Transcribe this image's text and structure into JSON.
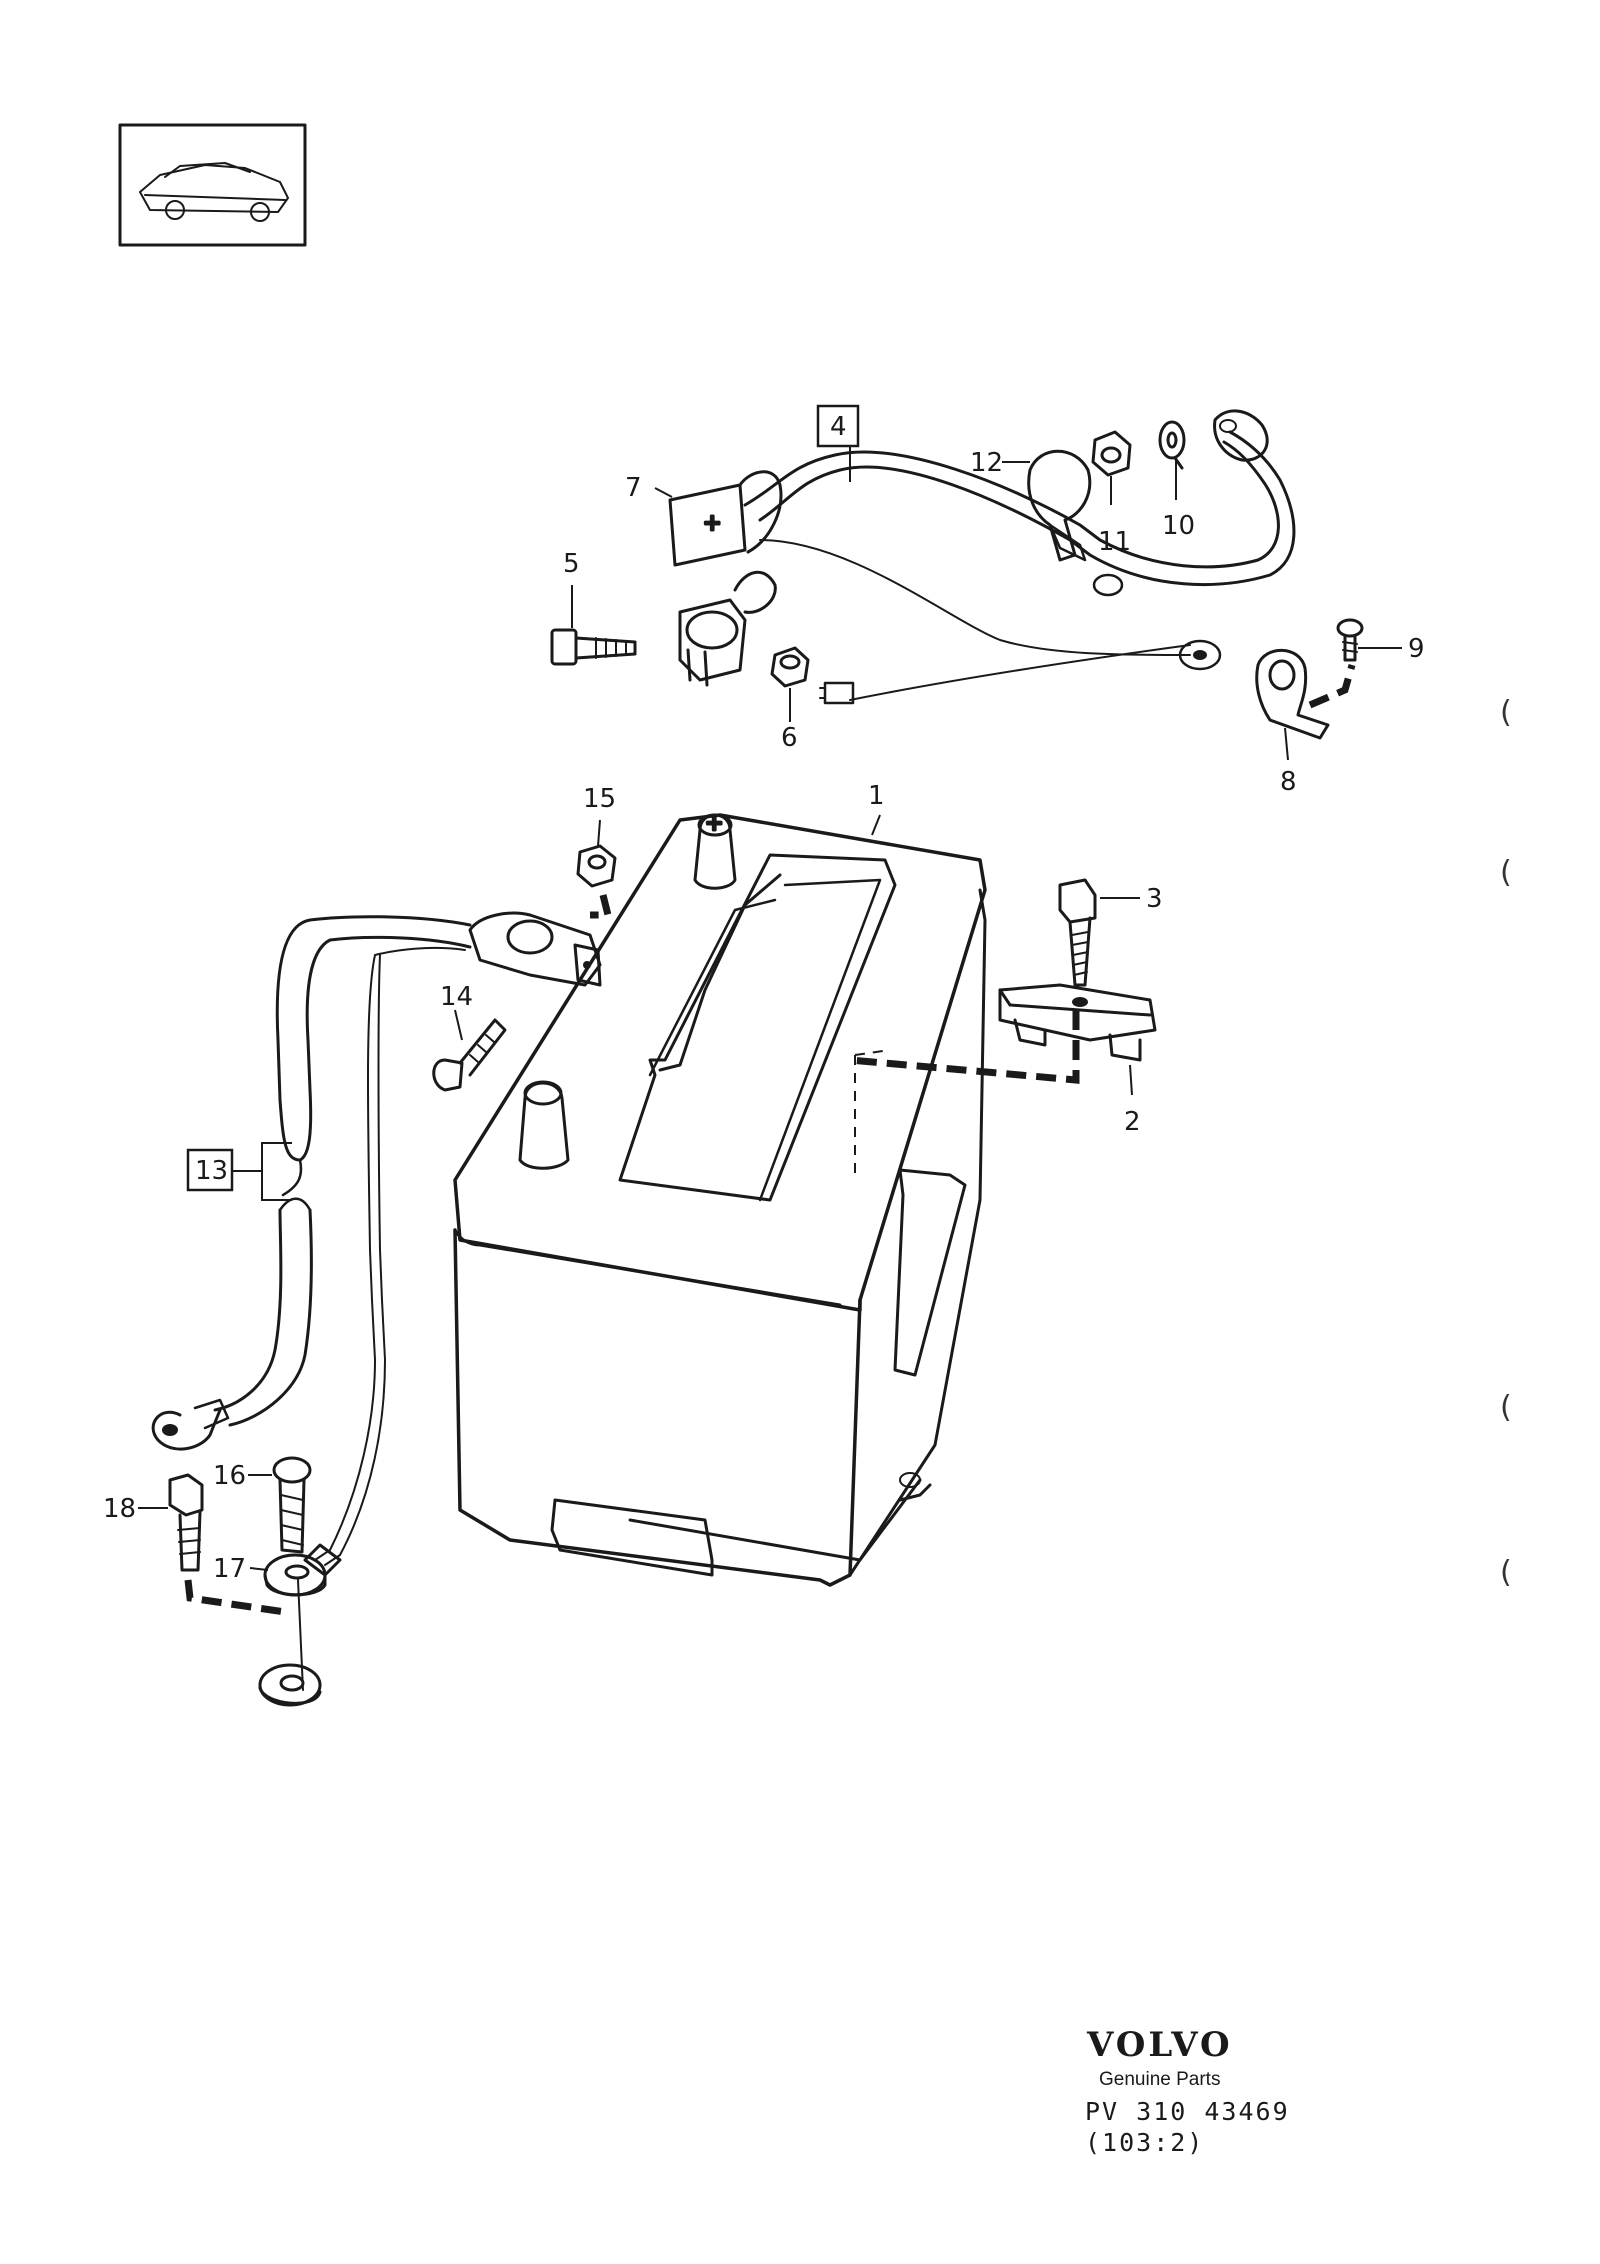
{
  "diagram": {
    "part_callouts": [
      {
        "id": "1",
        "text": "1"
      },
      {
        "id": "2",
        "text": "2"
      },
      {
        "id": "3",
        "text": "3"
      },
      {
        "id": "4",
        "text": "4",
        "boxed": true
      },
      {
        "id": "5",
        "text": "5"
      },
      {
        "id": "6",
        "text": "6"
      },
      {
        "id": "7",
        "text": "7"
      },
      {
        "id": "8",
        "text": "8"
      },
      {
        "id": "9",
        "text": "9"
      },
      {
        "id": "10",
        "text": "10"
      },
      {
        "id": "11",
        "text": "11"
      },
      {
        "id": "12",
        "text": "12"
      },
      {
        "id": "13",
        "text": "13",
        "boxed": true
      },
      {
        "id": "14",
        "text": "14"
      },
      {
        "id": "15",
        "text": "15"
      },
      {
        "id": "16",
        "text": "16"
      },
      {
        "id": "17",
        "text": "17"
      },
      {
        "id": "18",
        "text": "18"
      }
    ],
    "battery_terminal_symbol": "+"
  },
  "footer": {
    "brand": "VOLVO",
    "subtitle": "Genuine Parts",
    "reference": "PV 310 43469",
    "page_code": "(103:2)"
  },
  "margin_marks": [
    "(",
    "(",
    "(",
    "("
  ],
  "icons": {
    "thumbnail": "car-side-icon"
  }
}
